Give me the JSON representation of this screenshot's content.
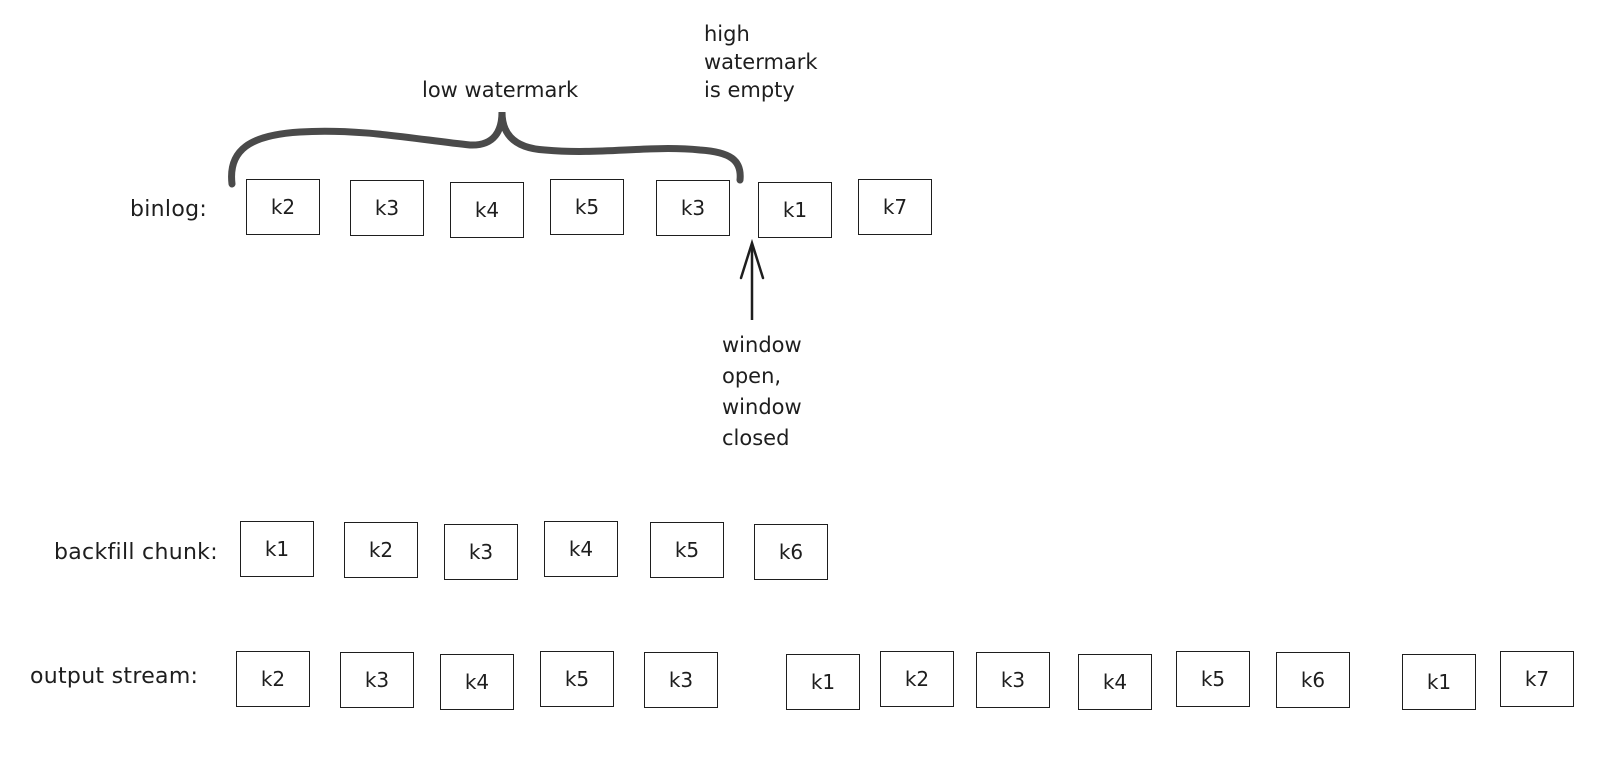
{
  "rows": {
    "binlog": {
      "label": "binlog:",
      "items": [
        "k2",
        "k3",
        "k4",
        "k5",
        "k3",
        "k1",
        "k7"
      ]
    },
    "backfill": {
      "label": "backfill chunk:",
      "items": [
        "k1",
        "k2",
        "k3",
        "k4",
        "k5",
        "k6"
      ]
    },
    "output": {
      "label": "output stream:",
      "items": [
        "k2",
        "k3",
        "k4",
        "k5",
        "k3",
        "k1",
        "k2",
        "k3",
        "k4",
        "k5",
        "k6",
        "k1",
        "k7"
      ]
    }
  },
  "annotations": {
    "low_watermark": "low watermark",
    "high_watermark": [
      "high",
      "watermark",
      "is empty"
    ],
    "window": [
      "window",
      "open,",
      "window",
      "closed"
    ]
  },
  "colors": {
    "stroke": "#1e1e1e",
    "brace": "#4a4a4a"
  }
}
